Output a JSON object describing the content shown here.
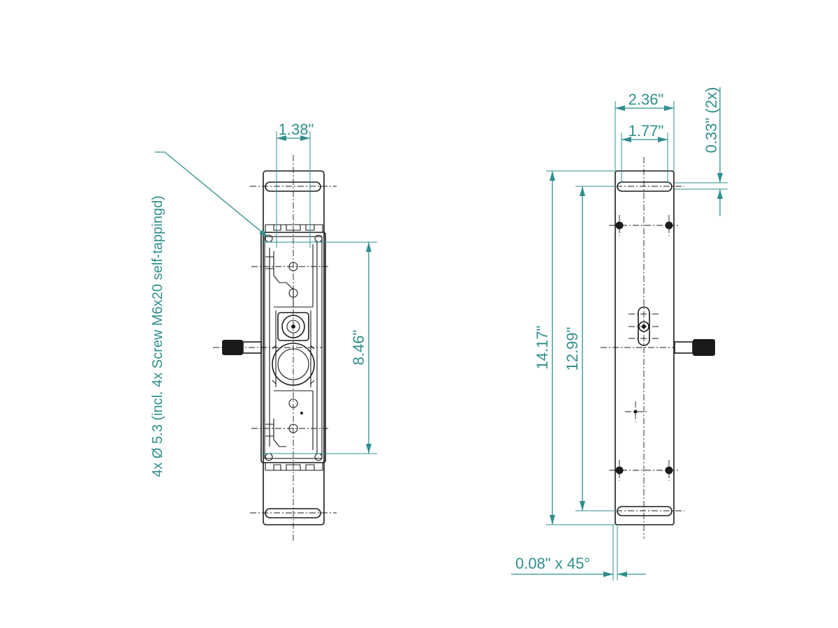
{
  "colors": {
    "dimension": "#2f8f8c",
    "outline": "#1a1a1a",
    "background": "#ffffff"
  },
  "front_view": {
    "width_label": "1.38\"",
    "hole_spacing_label": "8.46\"",
    "hole_note": "4x Ø 5.3  (incl. 4x Screw M6x20 self-tappingd)"
  },
  "side_view": {
    "overall_width_label": "2.36\"",
    "inner_width_label": "1.77\"",
    "slot_offset_label": "0.33\"  (2x)",
    "overall_length_label": "14.17\"",
    "slot_spacing_label": "12.99\"",
    "chamfer_label": "0.08\" x 45°"
  }
}
